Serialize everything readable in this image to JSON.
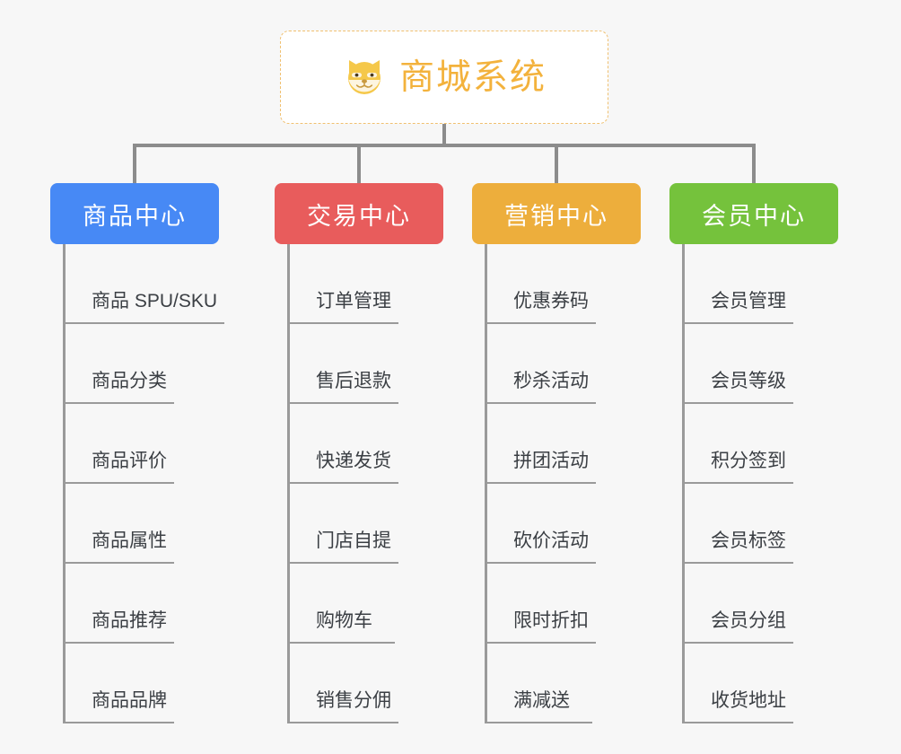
{
  "page": {
    "background_color": "#f7f7f7",
    "diagram_type": "tree-mindmap"
  },
  "root": {
    "title": "商城系统",
    "icon": "shiba-dog-icon",
    "text_color": "#f3b23c",
    "border_color": "#f0c070",
    "background_color": "#ffffff"
  },
  "connector": {
    "color": "#8c8c8c"
  },
  "branches": [
    {
      "label": "商品中心",
      "color": "#4789f5",
      "items": [
        "商品 SPU/SKU",
        "商品分类",
        "商品评价",
        "商品属性",
        "商品推荐",
        "商品品牌"
      ]
    },
    {
      "label": "交易中心",
      "color": "#e85c5c",
      "items": [
        "订单管理",
        "售后退款",
        "快递发货",
        "门店自提",
        "购物车",
        "销售分佣"
      ]
    },
    {
      "label": "营销中心",
      "color": "#edae3c",
      "items": [
        "优惠券码",
        "秒杀活动",
        "拼团活动",
        "砍价活动",
        "限时折扣",
        "满减送"
      ]
    },
    {
      "label": "会员中心",
      "color": "#75c23c",
      "items": [
        "会员管理",
        "会员等级",
        "积分签到",
        "会员标签",
        "会员分组",
        "收货地址"
      ]
    }
  ]
}
